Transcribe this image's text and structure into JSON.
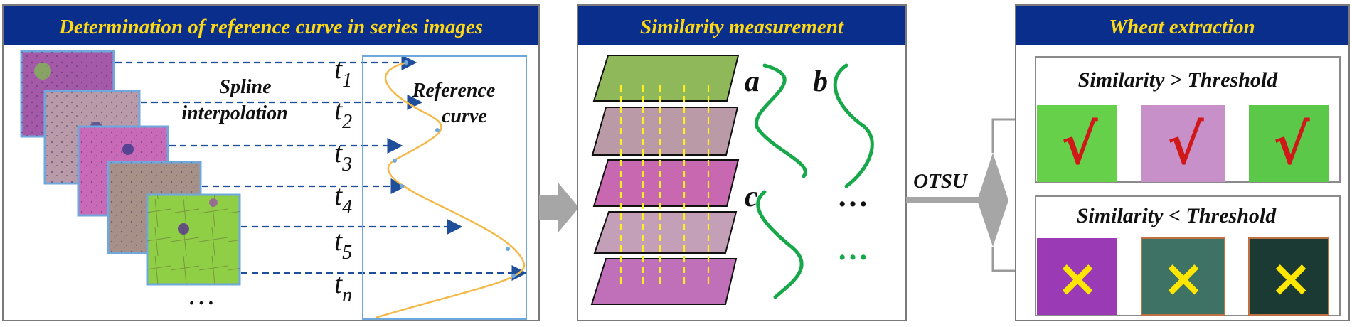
{
  "panels": {
    "left": {
      "title": "Determination of reference curve in series images"
    },
    "middle": {
      "title": "Similarity measurement"
    },
    "right": {
      "title": "Wheat extraction"
    }
  },
  "left": {
    "spline_line1": "Spline",
    "spline_line2": "interpolation",
    "reference_line1": "Reference",
    "reference_line2": "curve",
    "times": [
      {
        "base": "t",
        "sub": "1"
      },
      {
        "base": "t",
        "sub": "2"
      },
      {
        "base": "t",
        "sub": "3"
      },
      {
        "base": "t",
        "sub": "4"
      },
      {
        "base": "t",
        "sub": "5"
      },
      {
        "base": "t",
        "sub": "n"
      }
    ],
    "ellipsis": "…"
  },
  "middle": {
    "curve_labels": [
      "a",
      "b",
      "c"
    ],
    "ellipsis_black": "…",
    "ellipsis_green": "…"
  },
  "connector": {
    "otsu_label": "OTSU"
  },
  "right": {
    "above_label": "Similarity > Threshold",
    "below_label": "Similarity < Threshold",
    "check_mark": "√",
    "cross_mark": "×"
  },
  "colors": {
    "header_bg": "#0a2e8c",
    "header_text": "#ffd814",
    "arrow_blue": "#1f4e9a",
    "curve_orange": "#f5b94a",
    "curve_green": "#17a84a",
    "check_red": "#d01818",
    "cross_yellow": "#ffe600",
    "connector_gray": "#a6a6a6"
  }
}
